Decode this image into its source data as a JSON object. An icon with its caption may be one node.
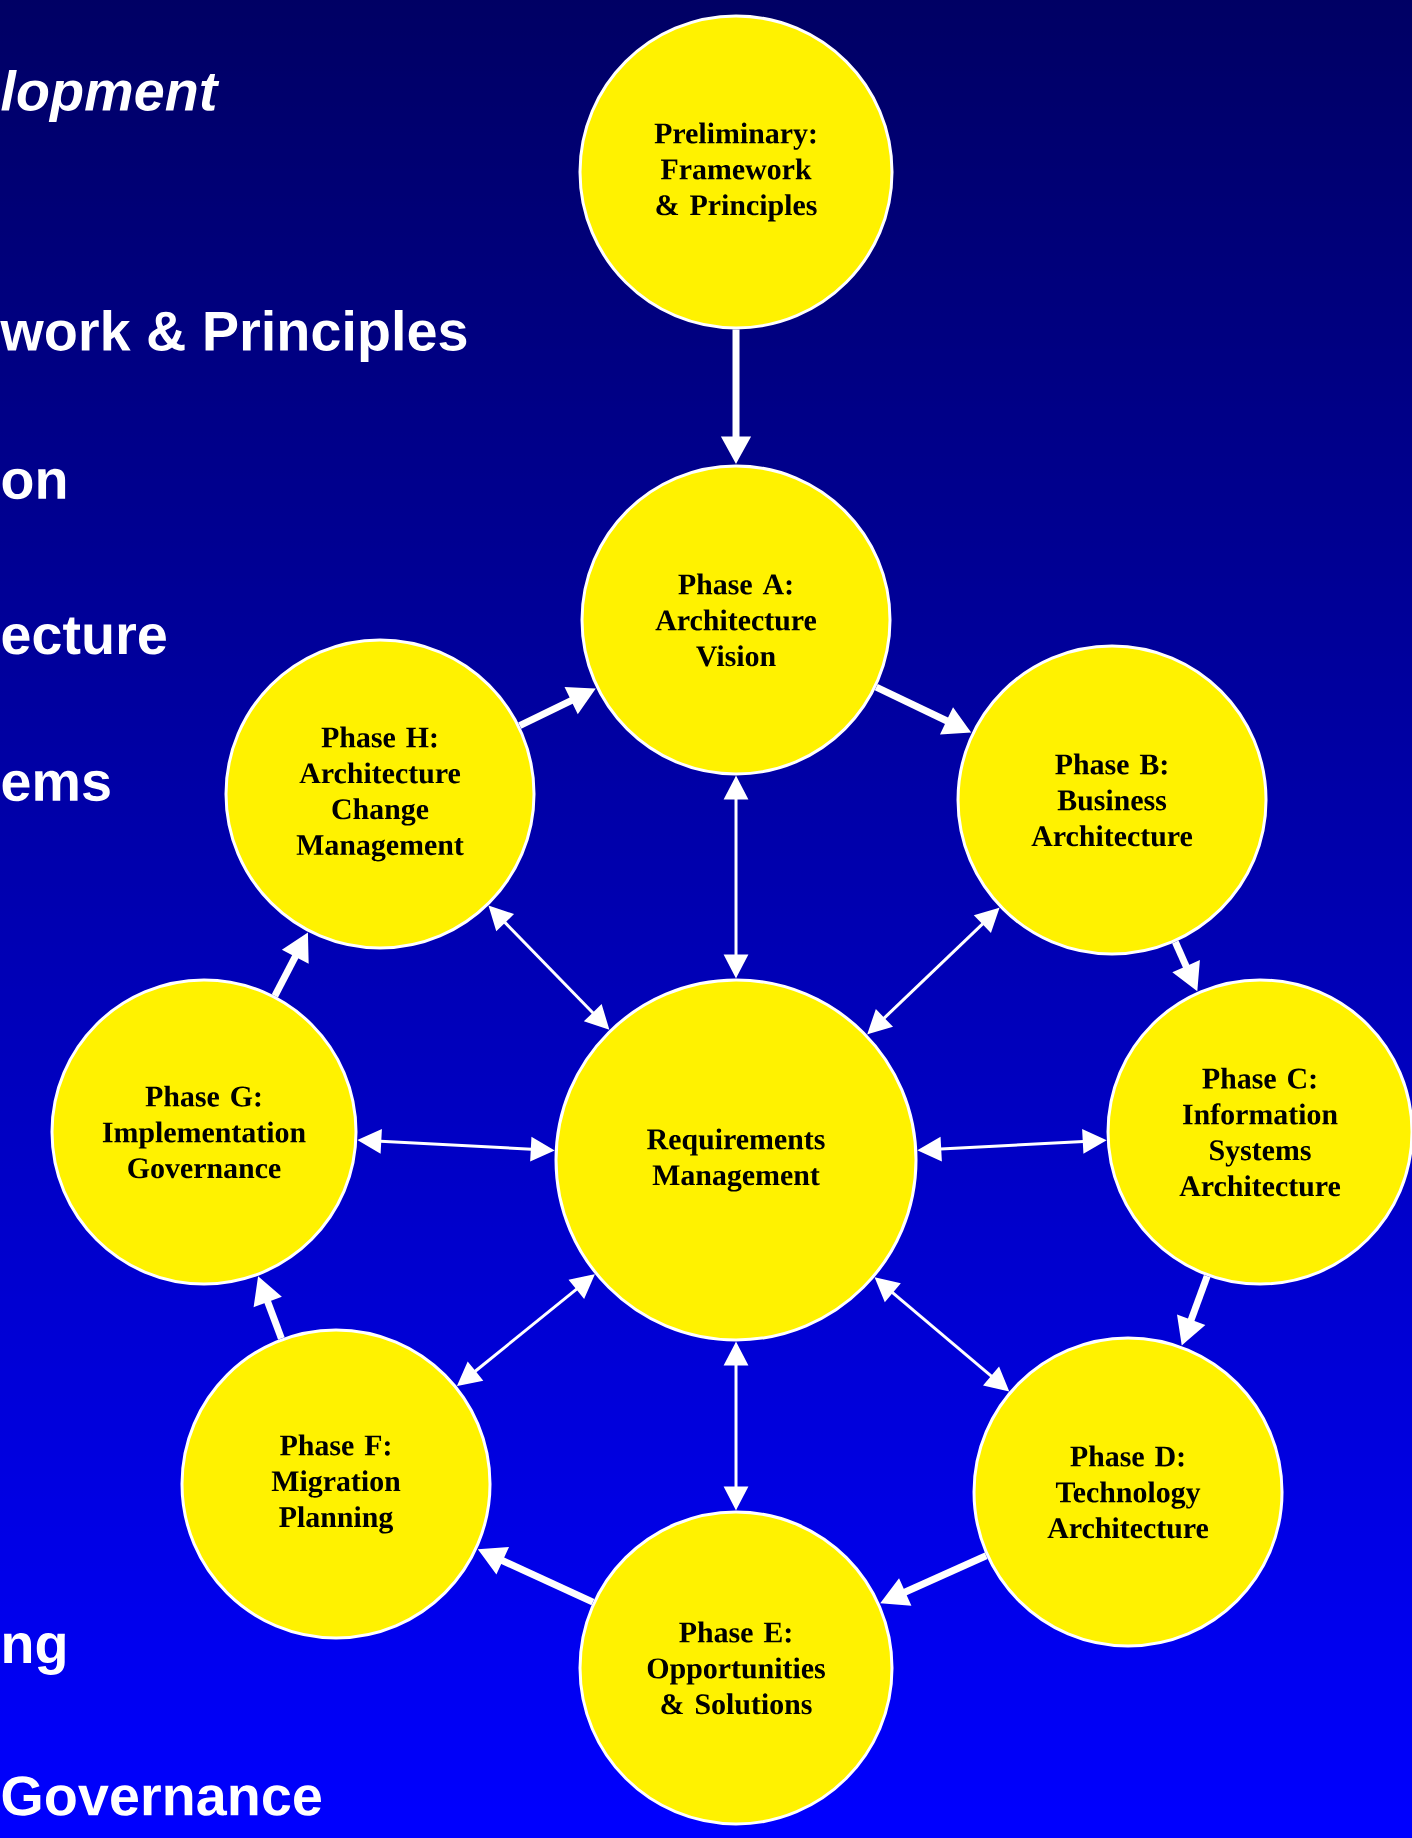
{
  "diagram": {
    "nodes": [
      {
        "text": [
          "Preliminary: Framework & Principles"
        ]
      },
      {
        "text": [
          "Phase A: Architecture Vision"
        ]
      },
      {
        "text": [
          "Phase B: Business Architecture"
        ]
      },
      {
        "text": [
          "Phase C: Information Systems Architecture"
        ]
      },
      {
        "text": [
          "Phase D: Technology Architecture"
        ]
      },
      {
        "text": [
          "Phase E: Opportunities & Solutions"
        ]
      },
      {
        "text": [
          "Phase F: Migration Planning"
        ]
      },
      {
        "text": [
          "Phase G: Implementation Governance"
        ]
      },
      {
        "text": [
          "Phase H: Architecture Change Management"
        ]
      },
      {
        "text": [
          "Requirements Management"
        ]
      }
    ],
    "edges": [
      {
        "from": 0,
        "to": 1,
        "arrow": "to"
      },
      {
        "from": 1,
        "to": 2,
        "arrow": "to"
      },
      {
        "from": 2,
        "to": 3,
        "arrow": "to"
      },
      {
        "from": 3,
        "to": 4,
        "arrow": "to"
      },
      {
        "from": 4,
        "to": 5,
        "arrow": "to"
      },
      {
        "from": 5,
        "to": 6,
        "arrow": "to"
      },
      {
        "from": 6,
        "to": 7,
        "arrow": "to"
      },
      {
        "from": 7,
        "to": 8,
        "arrow": "to"
      },
      {
        "from": 8,
        "to": 1,
        "arrow": "to"
      },
      {
        "from": 9,
        "to": 1,
        "arrow": "both"
      },
      {
        "from": 9,
        "to": 2,
        "arrow": "both"
      },
      {
        "from": 9,
        "to": 3,
        "arrow": "both"
      },
      {
        "from": 9,
        "to": 4,
        "arrow": "both"
      },
      {
        "from": 9,
        "to": 5,
        "arrow": "both"
      },
      {
        "from": 9,
        "to": 6,
        "arrow": "both"
      },
      {
        "from": 9,
        "to": 7,
        "arrow": "both"
      },
      {
        "from": 9,
        "to": 8,
        "arrow": "both"
      }
    ],
    "labels": [
      "lopment",
      "work & Principles",
      "on",
      "ecture",
      "ems",
      "ng",
      "Governance"
    ]
  }
}
